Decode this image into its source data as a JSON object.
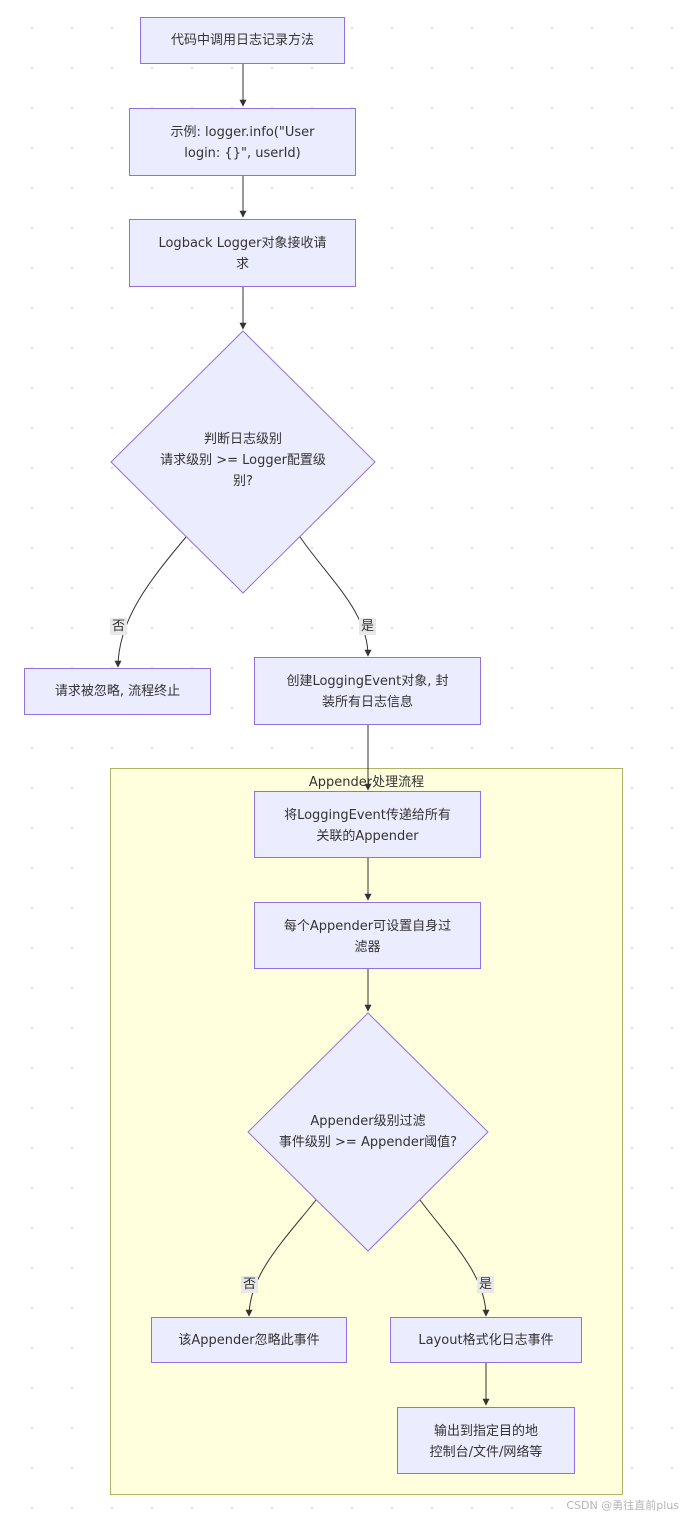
{
  "nodes": {
    "n1": "代码中调用日志记录方法",
    "n2_line1": "示例: logger.info(\"User",
    "n2_line2": "login: {}\", userId)",
    "n3_line1": "Logback Logger对象接收请",
    "n3_line2": "求",
    "d1_line1": "判断日志级别",
    "d1_line2": "请求级别 >= Logger配置级",
    "d1_line3": "别?",
    "n4": "请求被忽略, 流程终止",
    "n5_line1": "创建LoggingEvent对象, 封",
    "n5_line2": "装所有日志信息",
    "n6_line1": "将LoggingEvent传递给所有",
    "n6_line2": "关联的Appender",
    "n7_line1": "每个Appender可设置自身过",
    "n7_line2": "滤器",
    "d2_line1": "Appender级别过滤",
    "d2_line2": "事件级别 >= Appender阈值?",
    "n8": "该Appender忽略此事件",
    "n9": "Layout格式化日志事件",
    "n10_line1": "输出到指定目的地",
    "n10_line2": "控制台/文件/网络等"
  },
  "edge_labels": {
    "d1_no": "否",
    "d1_yes": "是",
    "d2_no": "否",
    "d2_yes": "是"
  },
  "cluster": {
    "title": "Appender处理流程"
  },
  "watermark": "CSDN @勇往直前plus",
  "colors": {
    "node_fill": "#ececff",
    "node_stroke": "#9370db",
    "cluster_fill": "#ffffde",
    "cluster_stroke": "#b3b365",
    "edge": "#333333",
    "edge_label_bg": "#e8e8e8"
  }
}
